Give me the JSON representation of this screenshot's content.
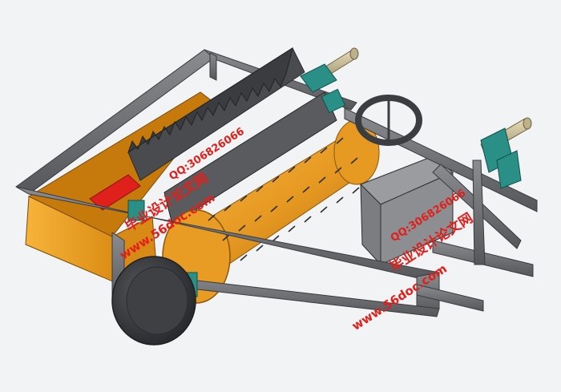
{
  "watermarks": {
    "text_site": "www.56doc.com",
    "text_title": "毕业设计论文网",
    "text_qq": "QQ:306826066"
  },
  "colors": {
    "background": "#eef0f3",
    "frame": "#6a6c70",
    "frame_edge": "#3a3b3e",
    "drum": "#e79a22",
    "spikes": "#3b3b3b",
    "hopper": "#f0a321",
    "bearing": "#2a8f86",
    "shaft": "#cfc39a",
    "wheel": "#3c3d40",
    "watermark_red": "#e0201b",
    "red_part": "#e0201b"
  }
}
